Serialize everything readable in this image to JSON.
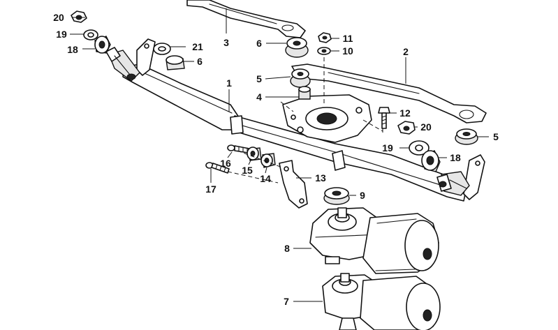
{
  "callouts": {
    "c1": "1",
    "c2": "2",
    "c3": "3",
    "c4": "4",
    "c5a": "5",
    "c5b": "5",
    "c6a": "6",
    "c6b": "6",
    "c7": "7",
    "c8": "8",
    "c9": "9",
    "c10": "10",
    "c11": "11",
    "c12": "12",
    "c13": "13",
    "c14": "14",
    "c15": "15",
    "c16": "16",
    "c17": "17",
    "c18a": "18",
    "c18b": "18",
    "c19a": "19",
    "c19b": "19",
    "c20a": "20",
    "c20b": "20",
    "c21": "21"
  }
}
